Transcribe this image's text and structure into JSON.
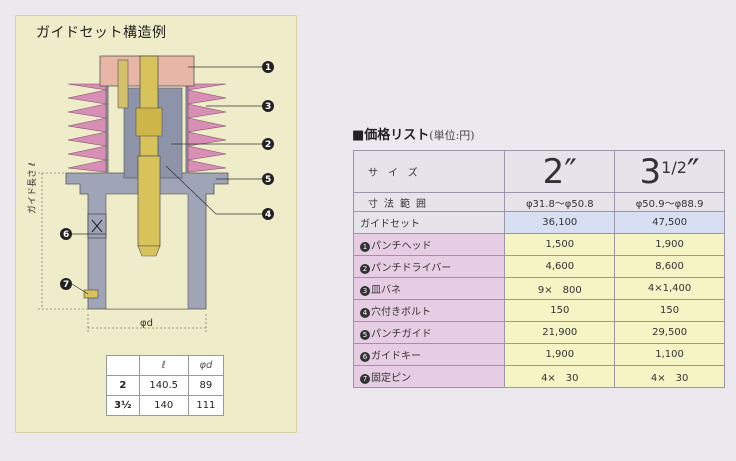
{
  "diagram": {
    "title": "ガイドセット構造例",
    "guide_length_label": "ガイド長さ ℓ",
    "phi_d_label": "φd",
    "callouts": [
      "1",
      "2",
      "3",
      "4",
      "5",
      "6",
      "7"
    ]
  },
  "dim_table": {
    "headers": [
      "",
      "ℓ",
      "φd"
    ],
    "rows": [
      {
        "size": "2",
        "l": "140.5",
        "d": "89"
      },
      {
        "size": "3½",
        "l": "140",
        "d": "111"
      }
    ]
  },
  "price_list": {
    "title": "■価格リスト",
    "unit": "(単位:円)",
    "size_label": "サイズ",
    "size_2": "2″",
    "size_3_main": "3",
    "size_3_frac": "1/2",
    "size_3_mark": "″",
    "range_label": "寸法範囲",
    "range_2": "φ31.8〜φ50.8",
    "range_3": "φ50.9〜φ88.9",
    "guide_set_label": "ガイドセット",
    "guide_set_2": "36,100",
    "guide_set_3": "47,500",
    "parts": [
      {
        "num": "1",
        "name": "パンチヘッド",
        "p2": "1,500",
        "p3": "1,900"
      },
      {
        "num": "2",
        "name": "パンチドライバー",
        "p2": "4,600",
        "p3": "8,600"
      },
      {
        "num": "3",
        "name": "皿バネ",
        "p2": "9×　800",
        "p3": "4×1,400"
      },
      {
        "num": "4",
        "name": "穴付きボルト",
        "p2": "150",
        "p3": "150"
      },
      {
        "num": "5",
        "name": "パンチガイド",
        "p2": "21,900",
        "p3": "29,500"
      },
      {
        "num": "6",
        "name": "ガイドキー",
        "p2": "1,900",
        "p3": "1,100"
      },
      {
        "num": "7",
        "name": "固定ピン",
        "p2": "4×　30",
        "p3": "4×　30"
      }
    ]
  }
}
